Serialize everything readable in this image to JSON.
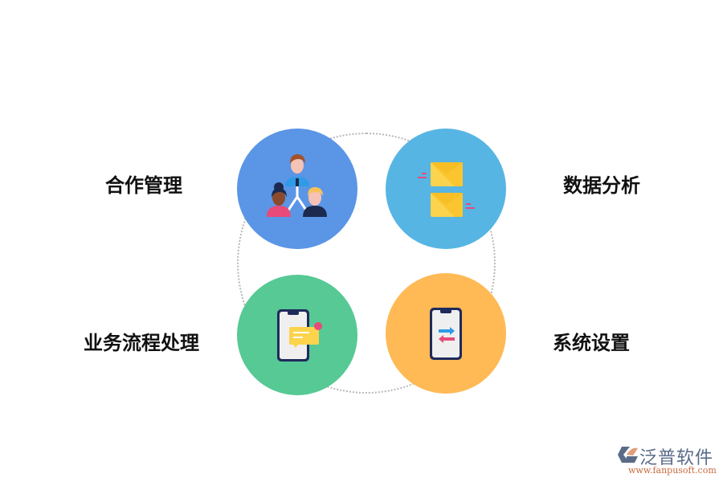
{
  "diagram": {
    "nodes": [
      {
        "id": "cooperation",
        "label": "合作管理",
        "color": "#5b95e5",
        "icon": "people-hierarchy-icon"
      },
      {
        "id": "data-analysis",
        "label": "数据分析",
        "color": "#56b5e3",
        "icon": "envelopes-icon"
      },
      {
        "id": "workflow",
        "label": "业务流程处理",
        "color": "#56c995",
        "icon": "phone-notification-icon"
      },
      {
        "id": "settings",
        "label": "系统设置",
        "color": "#ffb955",
        "icon": "phone-transfer-icon"
      }
    ],
    "connector": "dotted-circle"
  },
  "logo": {
    "name": "泛普软件",
    "url": "www.fanpusoft.com"
  }
}
